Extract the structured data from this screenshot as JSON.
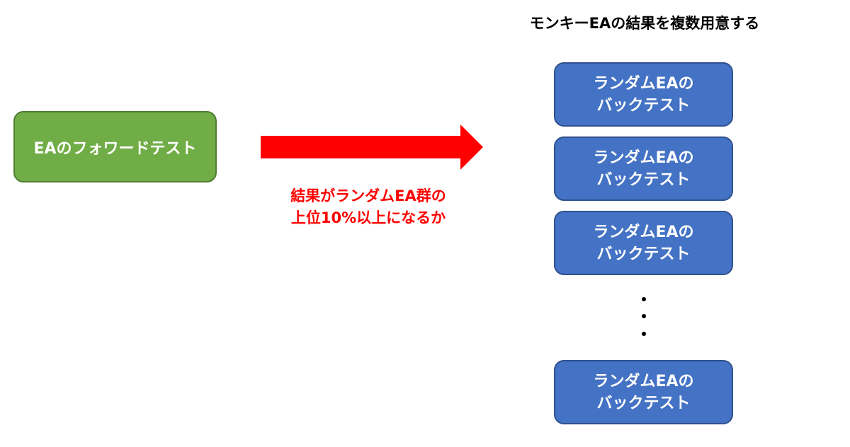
{
  "title": "モンキーEAの結果を複数用意する",
  "forward_test": {
    "label": "EAのフォワードテスト",
    "color": "#70ad47"
  },
  "arrow": {
    "color": "#ff0000",
    "caption_lines": [
      "結果がランダムEA群の",
      "上位10%以上になるか"
    ]
  },
  "backtests": [
    {
      "line1": "ランダムEAの",
      "line2": "バックテスト"
    },
    {
      "line1": "ランダムEAの",
      "line2": "バックテスト"
    },
    {
      "line1": "ランダムEAの",
      "line2": "バックテスト"
    },
    {
      "line1": "ランダムEAの",
      "line2": "バックテスト"
    }
  ],
  "backtest_color": "#4472c4"
}
